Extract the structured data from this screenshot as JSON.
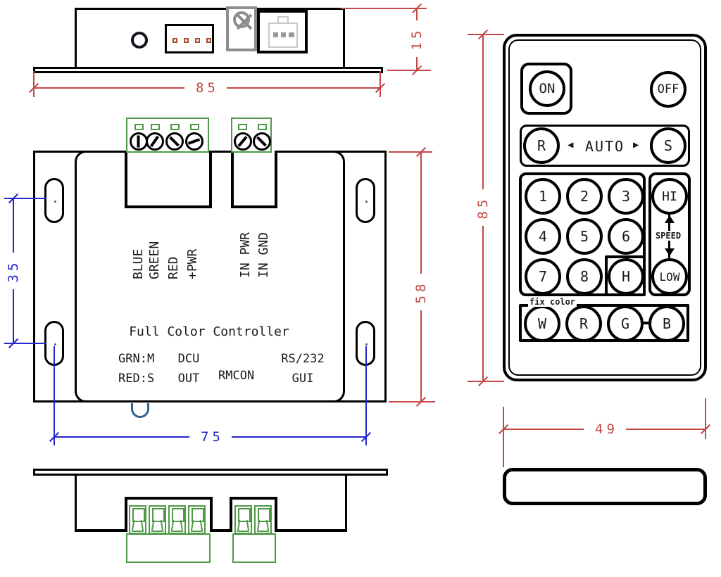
{
  "drawing": {
    "colors": {
      "outline": "#000000",
      "dim_red": "#c44747",
      "dim_blue": "#2525cc",
      "connector_green": "#4e9a47"
    },
    "top_view": {
      "dims": {
        "width": "85",
        "height": "15"
      }
    },
    "front_view": {
      "output_terminal_labels": [
        "BLUE",
        "GREEN",
        "RED",
        "+PWR"
      ],
      "input_terminal_labels": [
        "IN PWR",
        "IN GND"
      ],
      "product_title": "Full Color Controller",
      "legend": {
        "grn": "GRN:M",
        "red": "RED:S",
        "dcu": "DCU",
        "out": "OUT",
        "rmcon": "RMCON",
        "rs232": "RS/232",
        "gui": "GUI"
      },
      "dims": {
        "hole_spacing": "35",
        "height": "58",
        "hole_width": "75"
      }
    },
    "remote": {
      "on": "ON",
      "off": "OFF",
      "r": "R",
      "s": "S",
      "auto": "AUTO",
      "prev": "◀",
      "next": "▶",
      "keys": [
        "1",
        "2",
        "3",
        "4",
        "5",
        "6",
        "7",
        "8",
        "H"
      ],
      "hi": "HI",
      "speed": "SPEED",
      "low": "LOW",
      "fix_color": "fix color",
      "color_keys": [
        "W",
        "R",
        "G",
        "B"
      ],
      "dims": {
        "height": "85",
        "width": "49"
      }
    }
  }
}
